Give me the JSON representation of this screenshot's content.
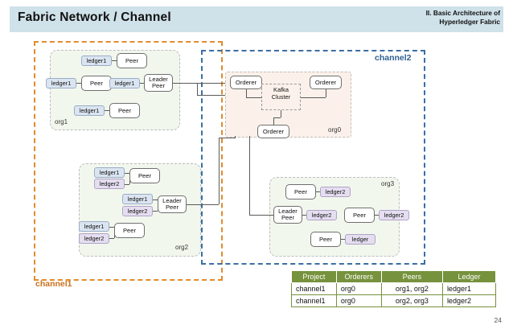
{
  "header": {
    "title": "Fabric Network / Channel",
    "subtitle_line1": "II. Basic Architecture of",
    "subtitle_line2": "Hyperledger Fabric",
    "band_color": "#cfe1e9"
  },
  "channels": {
    "channel1": {
      "label": "channel1",
      "color": "#e08b2d"
    },
    "channel2": {
      "label": "channel2",
      "color": "#3a6ea5"
    }
  },
  "orgs": {
    "org0": {
      "label": "org0",
      "orderers": [
        "Orderer",
        "Orderer",
        "Orderer"
      ],
      "kafka_line1": "Kafka",
      "kafka_line2": "Cluster"
    },
    "org1": {
      "label": "org1",
      "nodes": [
        {
          "ledger": "ledger1",
          "peer": "Peer"
        },
        {
          "ledger": "ledger1",
          "peer": "Peer"
        },
        {
          "ledger": "ledger1",
          "peer_line1": "Leader",
          "peer_line2": "Peer"
        },
        {
          "ledger": "ledger1",
          "peer": "Peer"
        }
      ]
    },
    "org2": {
      "label": "org2",
      "nodes": [
        {
          "ledger1": "ledger1",
          "ledger2": "ledger2",
          "peer": "Peer"
        },
        {
          "ledger1": "ledger1",
          "ledger2": "ledger2",
          "peer_line1": "Leader",
          "peer_line2": "Peer"
        },
        {
          "ledger1": "ledger1",
          "ledger2": "ledger2",
          "peer": "Peer"
        }
      ]
    },
    "org3": {
      "label": "org3",
      "nodes": [
        {
          "peer": "Peer",
          "ledger": "ledger2"
        },
        {
          "peer_line1": "Leader",
          "peer_line2": "Peer",
          "ledger": "ledger2"
        },
        {
          "peer": "Peer",
          "ledger": "ledger2"
        },
        {
          "peer": "Peer",
          "ledger": "ledger"
        }
      ]
    }
  },
  "table": {
    "headers": [
      "Project",
      "Orderers",
      "Peers",
      "Ledger"
    ],
    "rows": [
      [
        "channel1",
        "org0",
        "org1, org2",
        "ledger1"
      ],
      [
        "channel1",
        "org0",
        "org2, org3",
        "ledger2"
      ]
    ],
    "header_color": "#76923c"
  },
  "page_number": "24"
}
